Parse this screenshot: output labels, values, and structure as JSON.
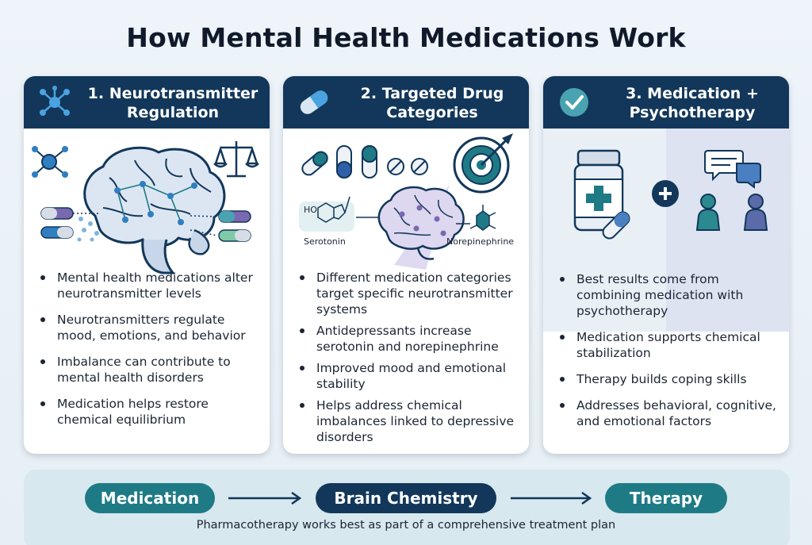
{
  "title": "How Mental Health Medications Work",
  "cards": [
    {
      "title": "1. Neurotransmitter Regulation",
      "icon": "molecule-icon",
      "bullets": [
        "Mental health medications alter neurotransmitter levels",
        "Neurotransmitters regulate mood, emotions, and behavior",
        "Imbalance can contribute to mental health disorders",
        "Medication helps restore chemical equilibrium"
      ]
    },
    {
      "title": "2. Targeted Drug Categories",
      "icon": "capsule-icon",
      "illus_labels": {
        "serotonin": "Serotonin",
        "ho": "HO",
        "norepinephrine": "Norepinephrine"
      },
      "bullets": [
        "Different medication categories target specific neurotransmitter systems",
        "Antidepressants increase serotonin and norepinephrine",
        "Improved mood and emotional stability",
        "Helps address chemical imbalances linked to depressive disorders"
      ]
    },
    {
      "title": "3. Medication + Psychotherapy",
      "icon": "checkmark-icon",
      "bullets": [
        "Best results come from combining medication with psychotherapy",
        "Medication supports chemical stabilization",
        "Therapy builds coping skills",
        "Addresses behavioral, cognitive, and emotional factors"
      ]
    }
  ],
  "flow": {
    "steps": [
      "Medication",
      "Brain Chemistry",
      "Therapy"
    ],
    "caption": "Pharmacotherapy works best as part of a comprehensive treatment plan"
  },
  "colors": {
    "navy": "#12375a",
    "teal": "#1e7b86",
    "purple": "#7a68b0",
    "background": "#eef4f9"
  }
}
